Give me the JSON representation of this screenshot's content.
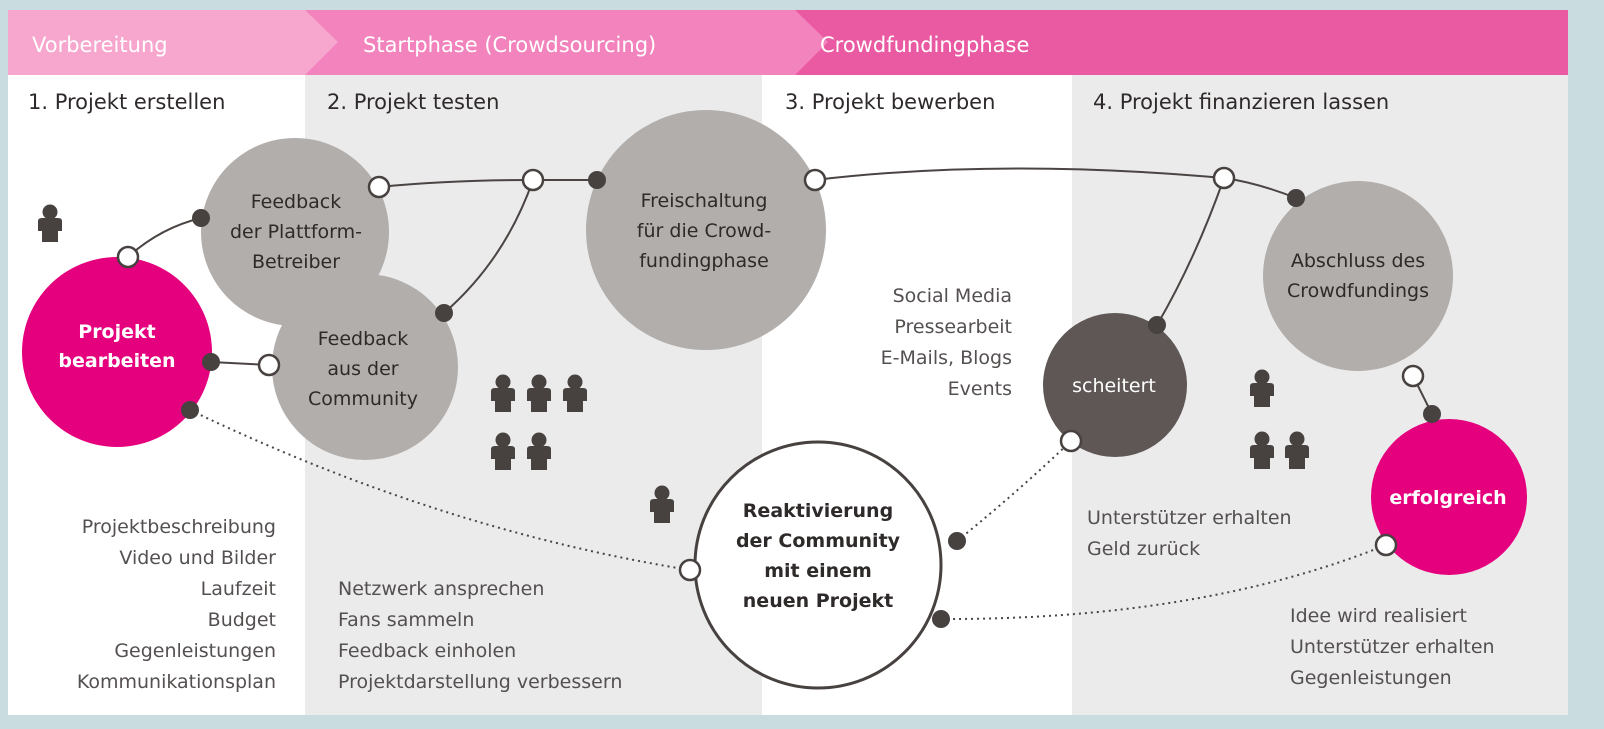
{
  "colors": {
    "frame": "#c9dde0",
    "band_light": "#f7a6cd",
    "band_mid": "#f283bd",
    "band_dark": "#ea5aa2",
    "panel_white": "#ffffff",
    "panel_grey": "#ebebeb",
    "circle_grey": "#b2aeac",
    "circle_dark": "#5e5756",
    "magenta": "#e5007e",
    "dot_dark": "#474140",
    "line": "#4a4443",
    "text_dark": "#2e2a29",
    "text_grey": "#555050"
  },
  "phases": [
    "Vorbereitung",
    "Startphase (Crowdsourcing)",
    "Crowdfundingphase"
  ],
  "steps": [
    "1. Projekt erstellen",
    "2. Projekt testen",
    "3. Projekt bewerben",
    "4. Projekt finanzieren lassen"
  ],
  "nodes": {
    "projekt_bearbeiten": [
      "Projekt",
      "bearbeiten"
    ],
    "feedback_plattform": [
      "Feedback",
      "der Plattform-",
      "Betreiber"
    ],
    "feedback_community": [
      "Feedback",
      "aus der",
      "Community"
    ],
    "freischaltung": [
      "Freischaltung",
      "für die Crowd-",
      "fundingphase"
    ],
    "reaktivierung": [
      "Reaktivierung",
      "der Community",
      "mit einem",
      "neuen Projekt"
    ],
    "scheitert": [
      "scheitert"
    ],
    "abschluss": [
      "Abschluss des",
      "Crowdfundings"
    ],
    "erfolgreich": [
      "erfolgreich"
    ]
  },
  "notes": {
    "step1": [
      "Projektbeschreibung",
      "Video und Bilder",
      "Laufzeit",
      "Budget",
      "Gegenleistungen",
      "Kommunikationsplan"
    ],
    "step2": [
      "Netzwerk ansprechen",
      "Fans sammeln",
      "Feedback einholen",
      "Projektdarstellung verbessern"
    ],
    "step3": [
      "Social Media",
      "Pressearbeit",
      "E-Mails, Blogs",
      "Events"
    ],
    "step4_fail": [
      "Unterstützer erhalten",
      "Geld zurück"
    ],
    "step4_success": [
      "Idee wird realisiert",
      "Unterstützer erhalten",
      "Gegenleistungen"
    ]
  },
  "icons": {
    "person": "person-icon"
  }
}
